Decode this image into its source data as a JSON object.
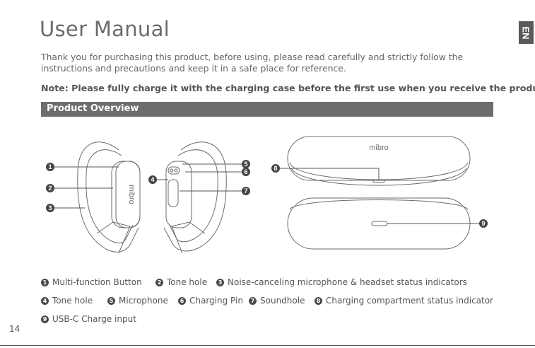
{
  "header": {
    "title": "User Manual",
    "language_tab": "EN"
  },
  "intro": {
    "text": "Thank you for purchasing this product, before using, please read carefully and strictly follow the instructions and precautions and keep it in a safe place for reference."
  },
  "note": {
    "text": "Note: Please fully charge it with the charging case before the first use when you receive the product."
  },
  "section": {
    "title": "Product Overview"
  },
  "brand": {
    "logo_text": "mibro"
  },
  "callouts": [
    "1",
    "2",
    "3",
    "4",
    "5",
    "6",
    "7",
    "8",
    "9"
  ],
  "legend": {
    "row1": [
      {
        "num": "1",
        "label": "Multi-function Button"
      },
      {
        "num": "2",
        "label": "Tone hole"
      },
      {
        "num": "3",
        "label": "Noise-canceling microphone & headset status indicators"
      }
    ],
    "row2": [
      {
        "num": "4",
        "label": "Tone hole"
      },
      {
        "num": "5",
        "label": "Microphone"
      },
      {
        "num": "6",
        "label": "Charging Pin"
      },
      {
        "num": "7",
        "label": "Soundhole"
      },
      {
        "num": "8",
        "label": "Charging compartment status indicator"
      }
    ],
    "row3": [
      {
        "num": "9",
        "label": "USB-C Charge input"
      }
    ]
  },
  "page_number": "14"
}
